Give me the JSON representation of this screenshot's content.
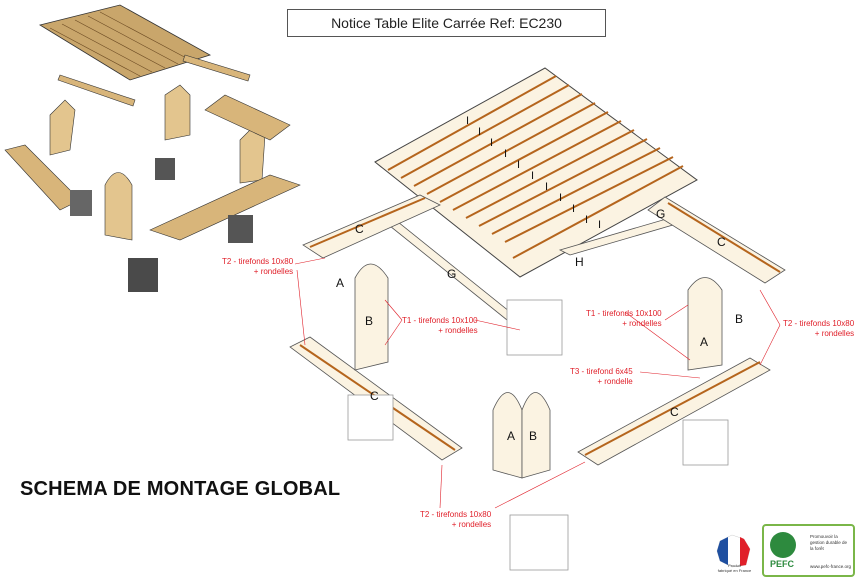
{
  "title": "Notice Table Elite Carrée Ref: EC230",
  "heading": "SCHEMA DE MONTAGE GLOBAL",
  "part_labels": {
    "A": "A",
    "B": "B",
    "C": "C",
    "G": "G",
    "H": "H",
    "I": "I"
  },
  "notes": {
    "t2_left_top": {
      "line1": "T2 - tirefonds 10x80",
      "line2": "+ rondelles"
    },
    "t1_left": {
      "line1": "T1 - tirefonds 10x100",
      "line2": "+ rondelles"
    },
    "t1_right": {
      "line1": "T1 - tirefonds 10x100",
      "line2": "+ rondelles"
    },
    "t2_right": {
      "line1": "T2 - tirefonds 10x80",
      "line2": "+ rondelles"
    },
    "t3_right": {
      "line1": "T3 - tirefond 6x45",
      "line2": "+ rondelle"
    },
    "t2_bottom": {
      "line1": "T2 - tirefonds 10x80",
      "line2": "+ rondelles"
    }
  },
  "logos": {
    "france": {
      "line1": "Produit",
      "line2": "fabriqué en France"
    },
    "pefc": {
      "name": "PEFC",
      "desc1": "Promouvoir la",
      "desc2": "gestion durable de",
      "desc3": "la forêt",
      "url": "www.pefc-france.org"
    }
  },
  "colors": {
    "wood": "#e8c98f",
    "wood_dark": "#b5651d",
    "annotation": "#e0202a",
    "pefc": "#2d8a3e"
  }
}
